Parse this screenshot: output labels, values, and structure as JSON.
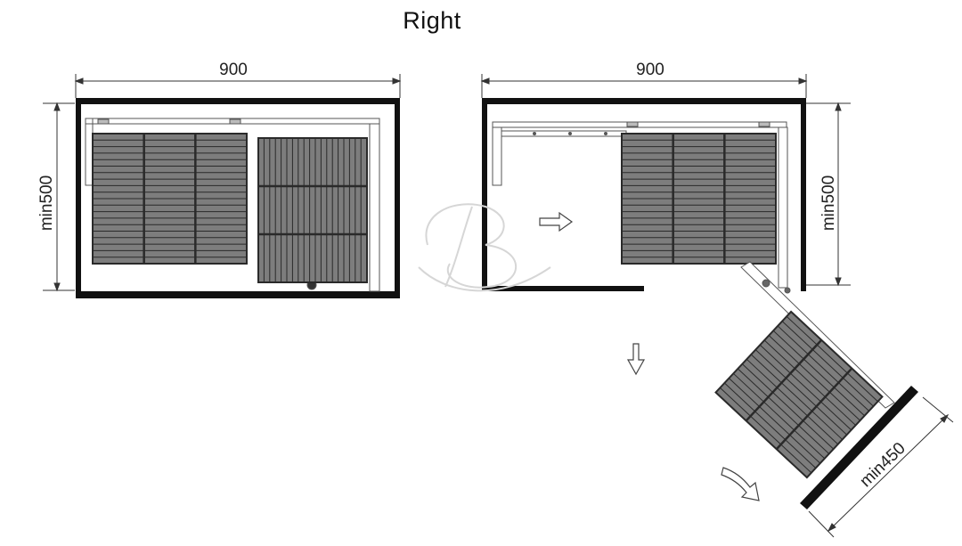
{
  "title": "Right",
  "left_diagram": {
    "width_label": "900",
    "depth_label": "min500"
  },
  "right_diagram": {
    "width_label": "900",
    "depth_label": "min500",
    "door_label": "min450"
  },
  "colors": {
    "basket": "#7d7d7d",
    "slat_line": "#2a2a2a",
    "cabinet": "#111111",
    "dim_line": "#333333",
    "watermark": "#d6d6d6"
  },
  "icons": [
    "arrow-right-icon",
    "arrow-down-icon",
    "arrow-swing-icon",
    "watermark-logo"
  ]
}
